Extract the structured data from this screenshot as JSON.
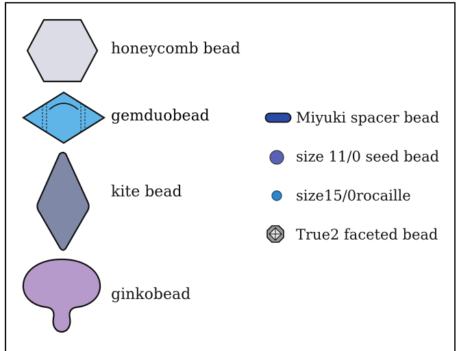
{
  "beads": [
    {
      "label": "honeycomb bead",
      "color": "#dcdce6"
    },
    {
      "label": "gemduobead",
      "color": "#5fb5e8"
    },
    {
      "label": "kite bead",
      "color": "#8088a8"
    },
    {
      "label": "ginkobead",
      "color": "#b59acb"
    }
  ],
  "legend": [
    {
      "label": "Miyuki  spacer bead",
      "icon": "miyuki-spacer-icon",
      "color": "#2a4aa8"
    },
    {
      "label": "size 11/0 seed bead",
      "icon": "seed-bead-11-icon",
      "color": "#5a62b6"
    },
    {
      "label": "size15/0rocaille",
      "icon": "rocaille-15-icon",
      "color": "#2d86c8"
    },
    {
      "label": "True2 faceted bead",
      "icon": "faceted-bead-icon",
      "color": "#8a8a8a"
    }
  ]
}
